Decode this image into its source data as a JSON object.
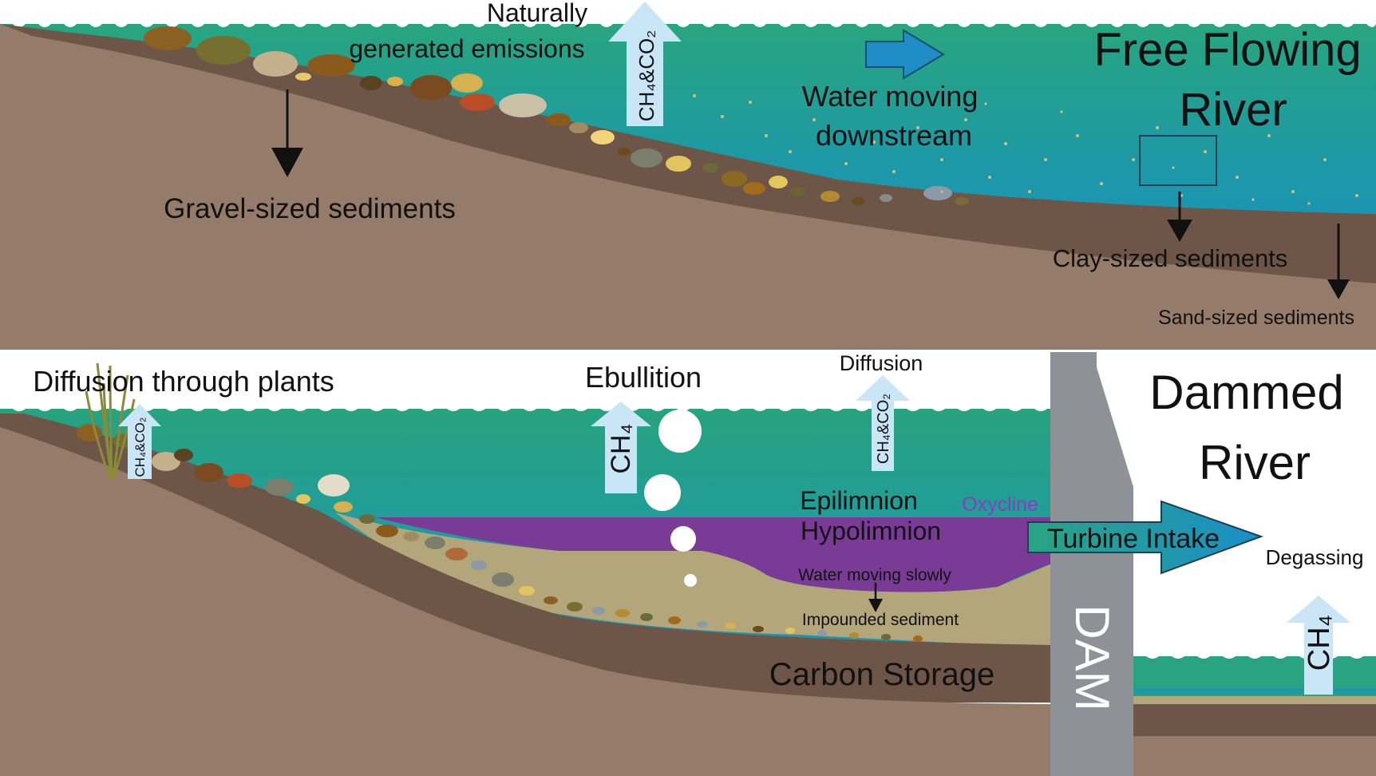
{
  "top_panel": {
    "title_line1": "Free Flowing",
    "title_line2": "River",
    "emissions_line1": "Naturally",
    "emissions_line2": "generated emissions",
    "emissions_gas": "CH₄&CO₂",
    "water_line1": "Water moving",
    "water_line2": "downstream",
    "gravel": "Gravel-sized sediments",
    "clay": "Clay-sized sediments",
    "sand": "Sand-sized sediments"
  },
  "bottom_panel": {
    "title_line1": "Dammed",
    "title_line2": "River",
    "plants": "Diffusion through plants",
    "plants_gas": "CH₄&CO₂",
    "ebullition": "Ebullition",
    "ebullition_gas": "CH₄",
    "diffusion": "Diffusion",
    "diffusion_gas": "CH₄&CO₂",
    "epilimnion": "Epilimnion",
    "oxycline": "Oxycline",
    "hypolimnion": "Hypolimnion",
    "water_slow": "Water moving slowly",
    "impounded": "Impounded sediment",
    "carbon": "Carbon Storage",
    "turbine": "Turbine Intake",
    "degassing": "Degassing",
    "degassing_gas": "CH₄",
    "dam": "DAM"
  },
  "colors": {
    "bedrock": "#957b6a",
    "sediment": "#6d5647",
    "water_top": "#2aa383",
    "water_bottom": "#1a8fc8",
    "hypolimnion": "#7a3b97",
    "impounded": "#b3a67a",
    "dam": "#8e9196",
    "gas_arrow": "#c8e6f5",
    "flow_arrow": "#1f8ec7",
    "oxycline_text": "#8a3cc4"
  }
}
